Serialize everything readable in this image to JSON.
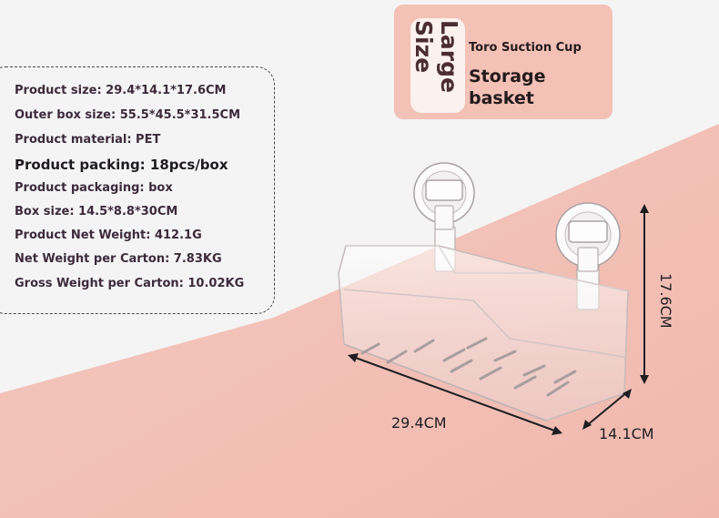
{
  "title_card": {
    "badge_line1": "Large",
    "badge_line2": "Size",
    "brand": "Toro Suction Cup",
    "product_name": "Storage basket"
  },
  "specs": [
    "Product size: 29.4*14.1*17.6CM",
    "Outer box size: 55.5*45.5*31.5CM",
    "Product material: PET",
    "Product packing: 18pcs/box",
    "Product packaging: box",
    "Box size: 14.5*8.8*30CM",
    "Product Net Weight: 412.1G",
    "Net Weight per Carton: 7.83KG",
    "Gross Weight per Carton: 10.02KG"
  ],
  "dimensions": {
    "length": "29.4CM",
    "width": "14.1CM",
    "height": "17.6CM"
  },
  "colors": {
    "background": "#f4f4f5",
    "pink": "#f3c2b8",
    "card": "#f4c1b6",
    "text_dark": "#231a1c",
    "spec_text": "#3d2b3b"
  }
}
